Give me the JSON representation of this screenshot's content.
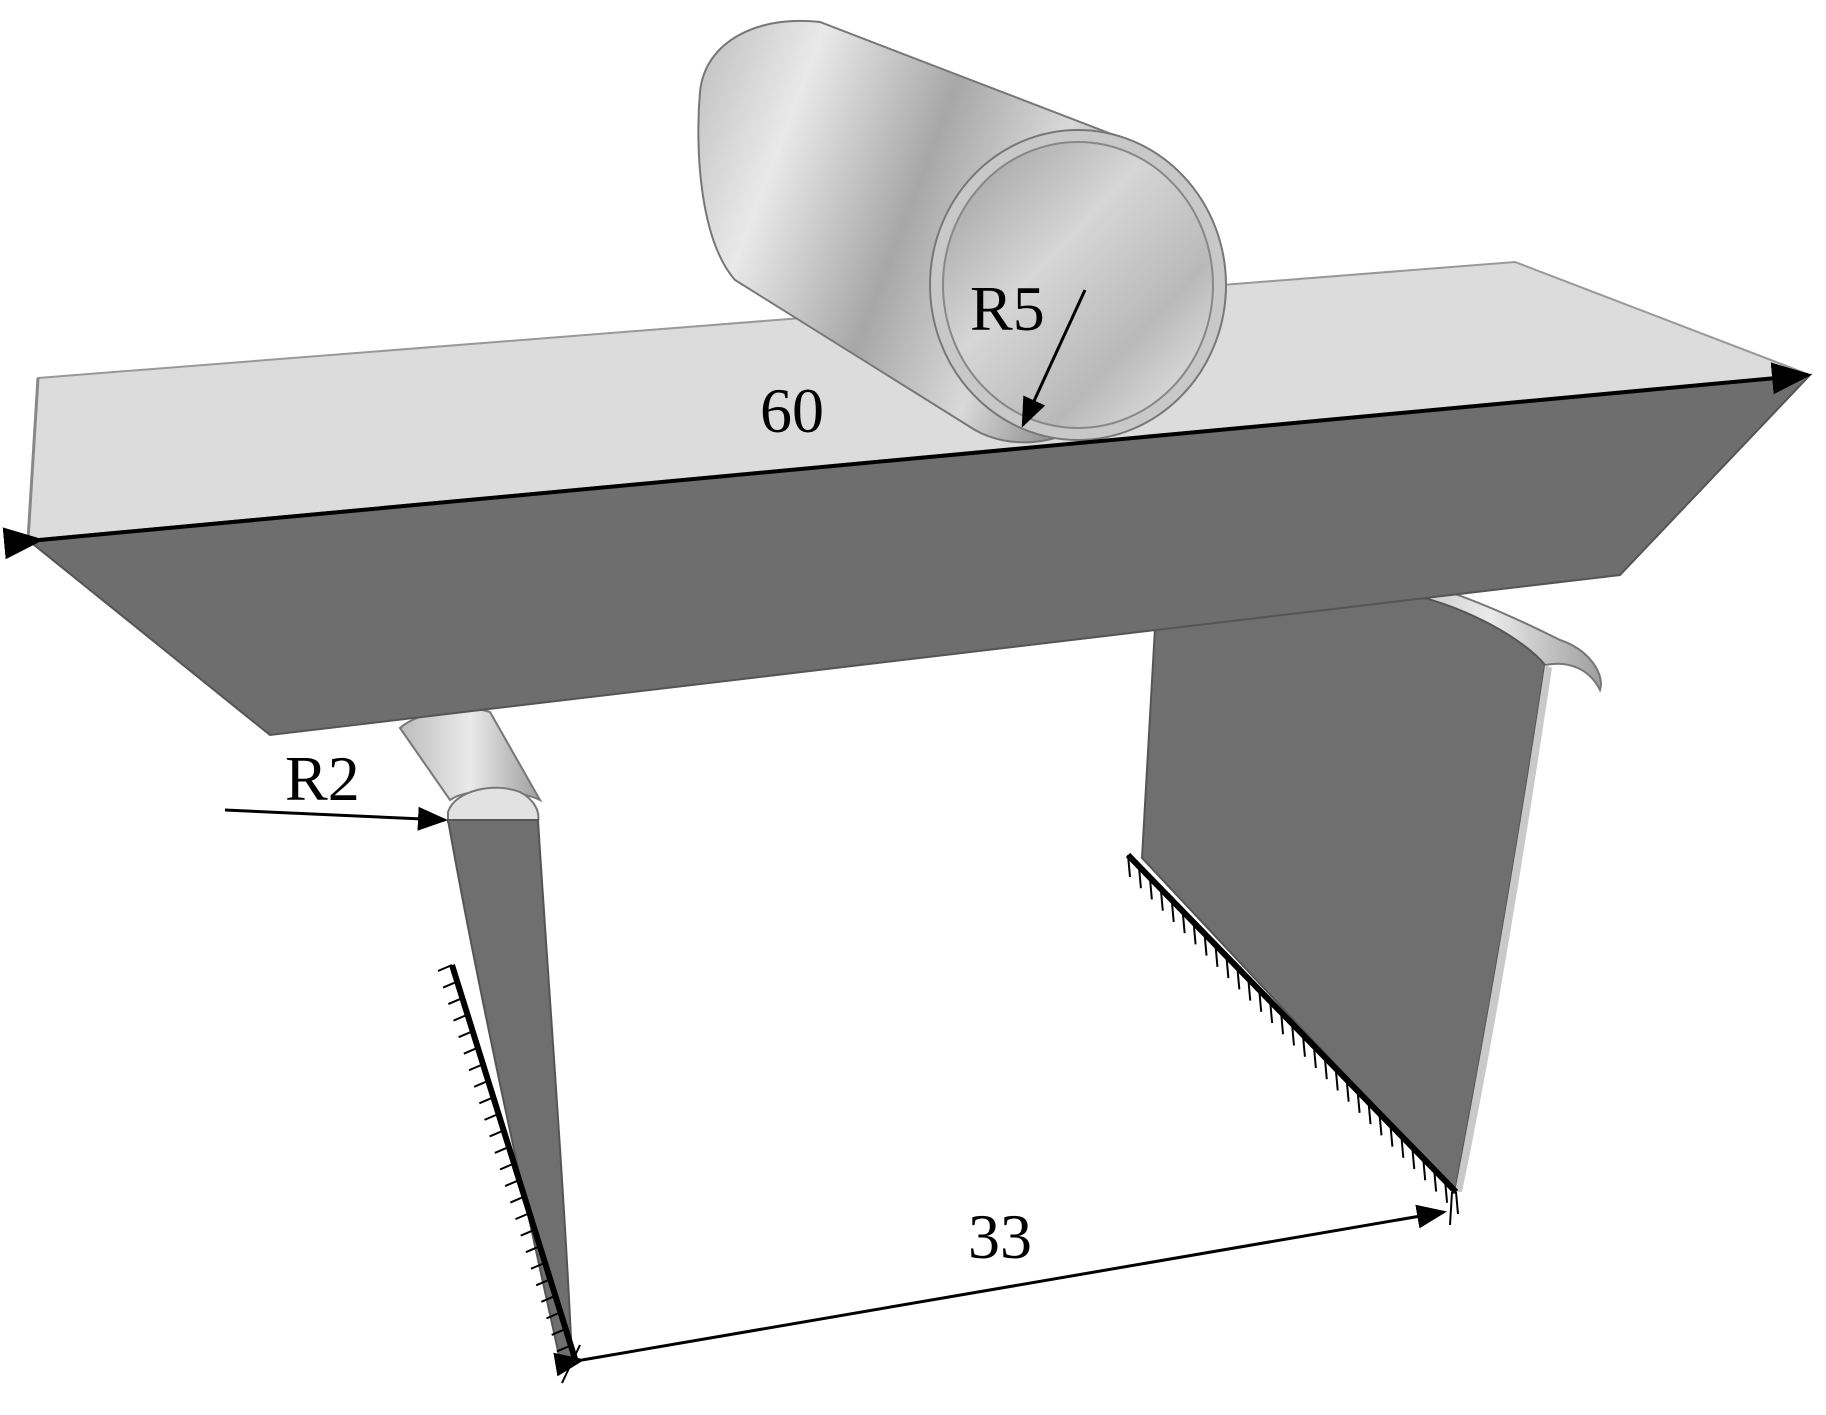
{
  "labels": {
    "beam_length": "60",
    "support_span": "33",
    "punch_radius": "R5",
    "support_radius": "R2"
  },
  "colors": {
    "beam_top": "#dcdcdc",
    "beam_front": "#6e6e6e",
    "support_face": "#6f6f6f",
    "cylinder_light": "#e6e6e6",
    "cylinder_dark": "#8c8c8c",
    "dimension_line": "#000000"
  }
}
